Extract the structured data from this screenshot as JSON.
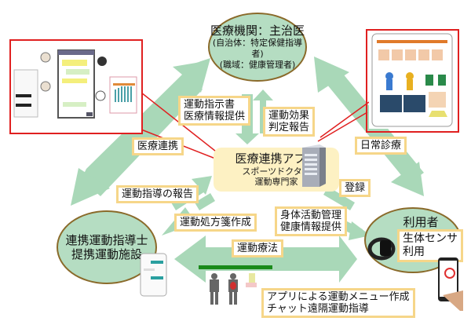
{
  "diagram": {
    "colors": {
      "arrow": "#a9d8b8",
      "ellipse_fill": "#b5ddc2",
      "ellipse_border": "#8a6a2a",
      "label_border": "#f6d689",
      "app_box_fill": "#fdf1c3",
      "callout_red": "#e02020"
    },
    "nodes": {
      "medical": {
        "title": "医療機関：主治医",
        "sub1": "(自治体：特定保健指導者)",
        "sub2": "(職域：健康管理者)"
      },
      "instructor": {
        "line1": "連携運動指導士",
        "line2": "提携運動施設"
      },
      "user": {
        "title": "利用者",
        "sensor_line1": "生体センサ",
        "sensor_line2": "利用"
      },
      "app": {
        "title": "医療連携アプリ",
        "line1": "スポーツドクター",
        "line2": "運動専門家",
        "icon": "server-icon"
      }
    },
    "edge_labels": {
      "exercise_order": [
        "運動指示書",
        "医療情報提供"
      ],
      "exercise_effect": [
        "運動効果",
        "判定報告"
      ],
      "medical_link": "医療連携",
      "daily_care": "日常診療",
      "instruction_report": "運動指導の報告",
      "register": "登録",
      "prescription": "運動処方箋作成",
      "activity_mgmt": [
        "身体活動管理",
        "健康情報提供"
      ],
      "exercise_therapy": "運動療法",
      "app_menu": [
        "アプリによる運動メニュー作成",
        "チャット遠隔運動指導"
      ]
    },
    "images": {
      "chat_screenshot": "chat-app-screenshot",
      "tablet_report": "tablet-health-report",
      "wristband": "fitness-band-icon",
      "smartphone_user": "smartphone-app-icon",
      "smartphone_instructor": "smartphone-chat-icon",
      "body_chart": "body-muscle-chart"
    }
  }
}
